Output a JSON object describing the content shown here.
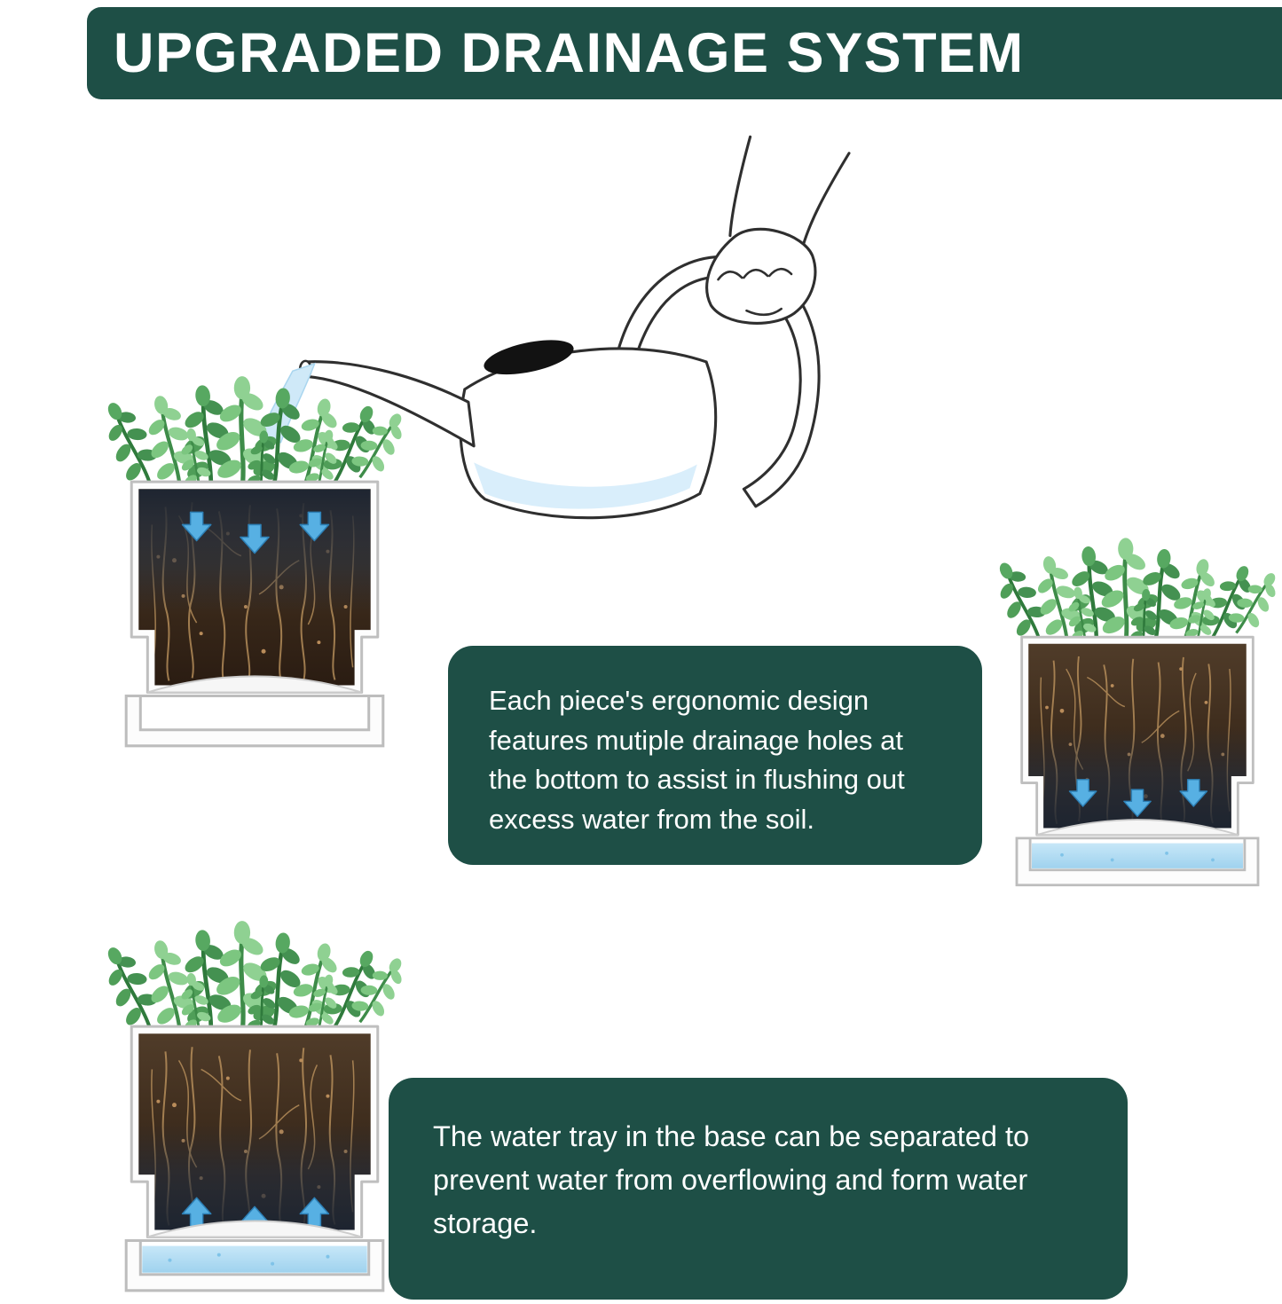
{
  "banner": {
    "title": "UPGRADED DRAINAGE SYSTEM",
    "background": "#1e4f46",
    "text_color": "#ffffff"
  },
  "callouts": {
    "drainage": {
      "text": "Each piece's ergonomic design features mutiple drainage holes at the bottom to assist in flushing out excess water from the soil.",
      "background": "#1e4f46",
      "text_color": "#ffffff"
    },
    "tray": {
      "text": "The water tray in the base can be separated to prevent water from overflowing and form water storage.",
      "background": "#1e4f46",
      "text_color": "#ffffff"
    }
  },
  "illustrations": {
    "watering_can": "hand-pouring-watering-can",
    "planter_top_left": "planter-water-soaking-down-from-surface",
    "planter_right": "planter-draining-excess-water-into-tray",
    "planter_bottom_left": "planter-wicking-stored-water-up-from-tray"
  },
  "colors": {
    "banner_green": "#1e4f46",
    "water_blue": "#cfe9f8",
    "tray_water_blue": "#aed9f1",
    "arrow_blue": "#57b0e3",
    "leaf_green_light": "#8fd192",
    "leaf_green_dark": "#4f9e58",
    "soil_brown": "#3b2a1b",
    "wet_soil_navy": "#1f2733",
    "root_tan": "#c49a62",
    "background": "#ffffff"
  }
}
